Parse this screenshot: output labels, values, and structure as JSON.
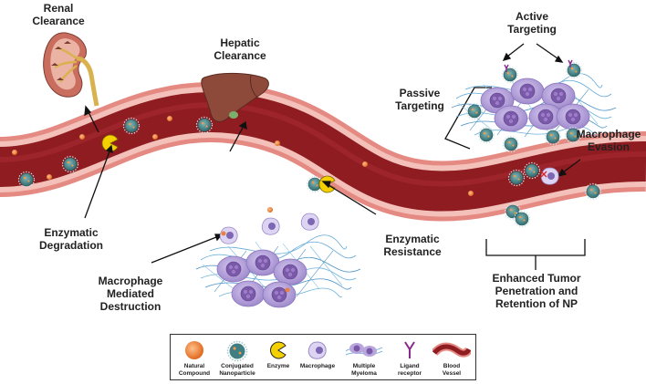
{
  "labels": {
    "renal": "Renal\nClearance",
    "hepatic": "Hepatic\nClearance",
    "active": "Active\nTargeting",
    "passive": "Passive\nTargeting",
    "macrophage_evasion": "Macrophage\nEvasion",
    "enzymatic_degradation": "Enzymatic\nDegradation",
    "enzymatic_resistance": "Enzymatic\nResistance",
    "macrophage_destruction": "Macrophage\nMediated\nDestruction",
    "enhanced": "Enhanced Tumor\nPenetration and\nRetention of NP"
  },
  "legend": [
    {
      "icon": "natural-compound-icon",
      "label": "Natural\nCompound"
    },
    {
      "icon": "conjugated-nanoparticle-icon",
      "label": "Conjugated\nNanoparticle"
    },
    {
      "icon": "enzyme-icon",
      "label": "Enzyme"
    },
    {
      "icon": "macrophage-icon",
      "label": "Macrophage"
    },
    {
      "icon": "multiple-myeloma-icon",
      "label": "Multiple\nMyeloma"
    },
    {
      "icon": "ligand-receptor-icon",
      "label": "Ligand\nreceptor"
    },
    {
      "icon": "blood-vessel-icon",
      "label": "Blood\nVessel"
    }
  ],
  "colors": {
    "vessel_wall": "#e58a83",
    "vessel_lumen": "#8e1c21",
    "nanoparticle": "#4f8a8c",
    "compound": "#e8823c",
    "enzyme": "#f4d000",
    "myeloma": "#b8a6dd",
    "fiber": "#5fa8d8",
    "kidney": "#d98b7a",
    "liver": "#8b4a3a"
  }
}
